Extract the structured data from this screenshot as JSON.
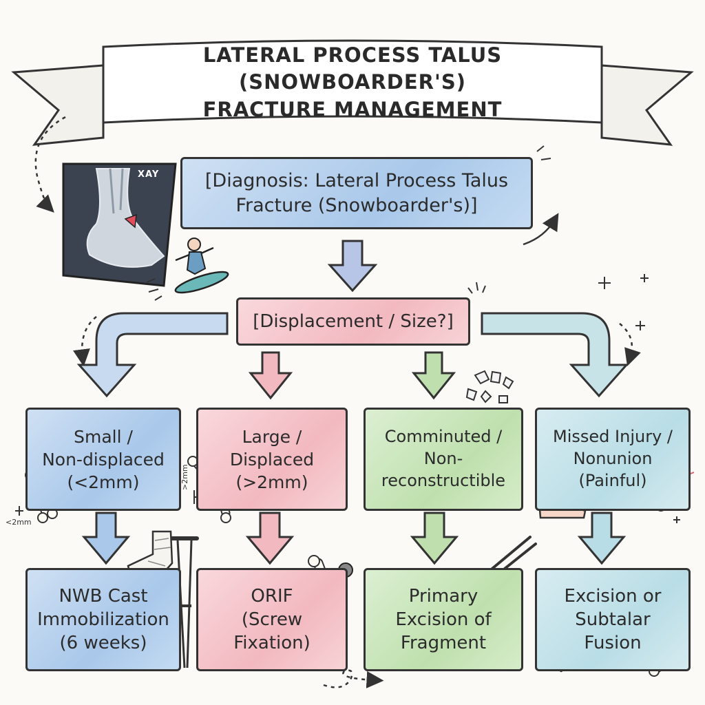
{
  "banner": {
    "title": "LATERAL PROCESS TALUS (SNOWBOARDER'S)\nFRACTURE MANAGEMENT"
  },
  "xray": {
    "label": "XAY"
  },
  "diagnosis": {
    "text": "[Diagnosis: Lateral Process Talus\nFracture (Snowboarder's)]"
  },
  "decision": {
    "text": "[Displacement / Size?]"
  },
  "categories": [
    {
      "label": "Small /\nNon-displaced\n(<2mm)",
      "color": "#a9c8ea"
    },
    {
      "label": "Large /\nDisplaced\n(>2mm)",
      "color": "#f2b9c0"
    },
    {
      "label": "Comminuted /\nNon-\nreconstructible",
      "color": "#bfe0ae"
    },
    {
      "label": "Missed Injury /\nNonunion\n(Painful)",
      "color": "#b9dde6"
    }
  ],
  "treatments": [
    {
      "label": "NWB Cast\nImmobilization\n(6 weeks)"
    },
    {
      "label": "ORIF\n(Screw\nFixation)"
    },
    {
      "label": "Primary\nExcision of\nFragment"
    },
    {
      "label": "Excision or\nSubtalar\nFusion"
    }
  ],
  "annotations": {
    "small_measure": "<2mm",
    "large_measure": ">2mm"
  },
  "icons": [
    "xray-ankle-icon",
    "snowboarder-icon",
    "bone-icon",
    "crutch-icon",
    "cast-icon",
    "screw-icon",
    "forceps-icon",
    "bone-fragments-icon",
    "foot-pain-icon",
    "hand-icon"
  ]
}
